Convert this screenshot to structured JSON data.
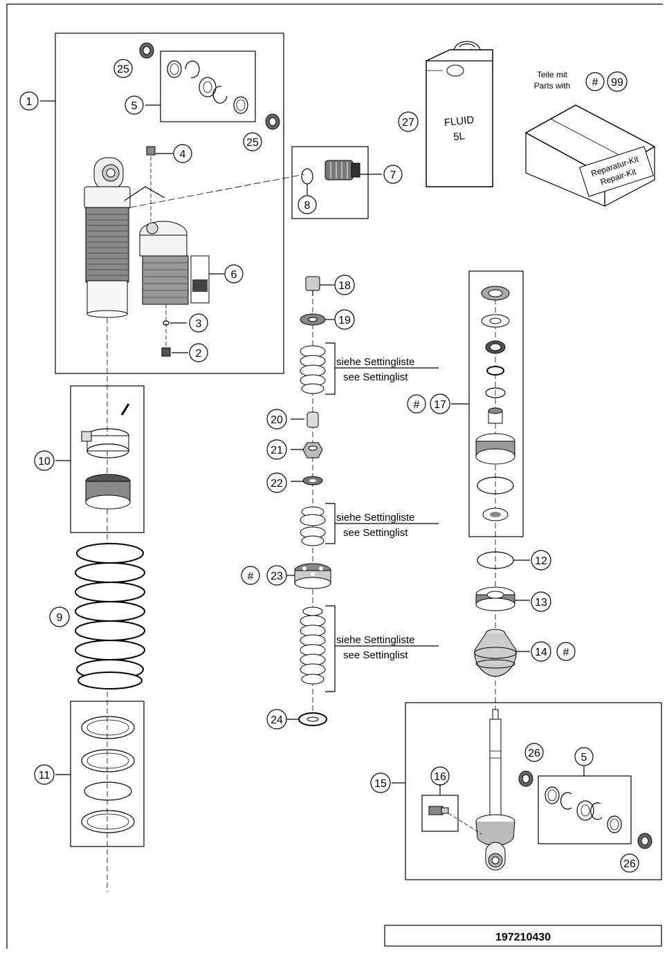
{
  "document_number": "197210430",
  "kit_note": {
    "line1": "Teile mit",
    "line2": "Parts with",
    "hash": "#",
    "kit_number": "99"
  },
  "fluid_can": {
    "label_line1": "FLUID",
    "label_line2": "5L"
  },
  "repair_kit_box": {
    "line1": "Reparatur-Kit",
    "line2": "Repair-Kit"
  },
  "setting_note": {
    "de": "siehe Settingliste",
    "en": "see Settinglist"
  },
  "callouts": {
    "c1": "1",
    "c2": "2",
    "c3": "3",
    "c4": "4",
    "c5a": "5",
    "c5b": "5",
    "c6": "6",
    "c7": "7",
    "c8": "8",
    "c9": "9",
    "c10": "10",
    "c11": "11",
    "c12": "12",
    "c13": "13",
    "c14": "14",
    "c15": "15",
    "c16": "16",
    "c17": "17",
    "c18": "18",
    "c19": "19",
    "c20": "20",
    "c21": "21",
    "c22": "22",
    "c23": "23",
    "c24": "24",
    "c25a": "25",
    "c25b": "25",
    "c26a": "26",
    "c26b": "26",
    "c27": "27",
    "hash": "#"
  }
}
